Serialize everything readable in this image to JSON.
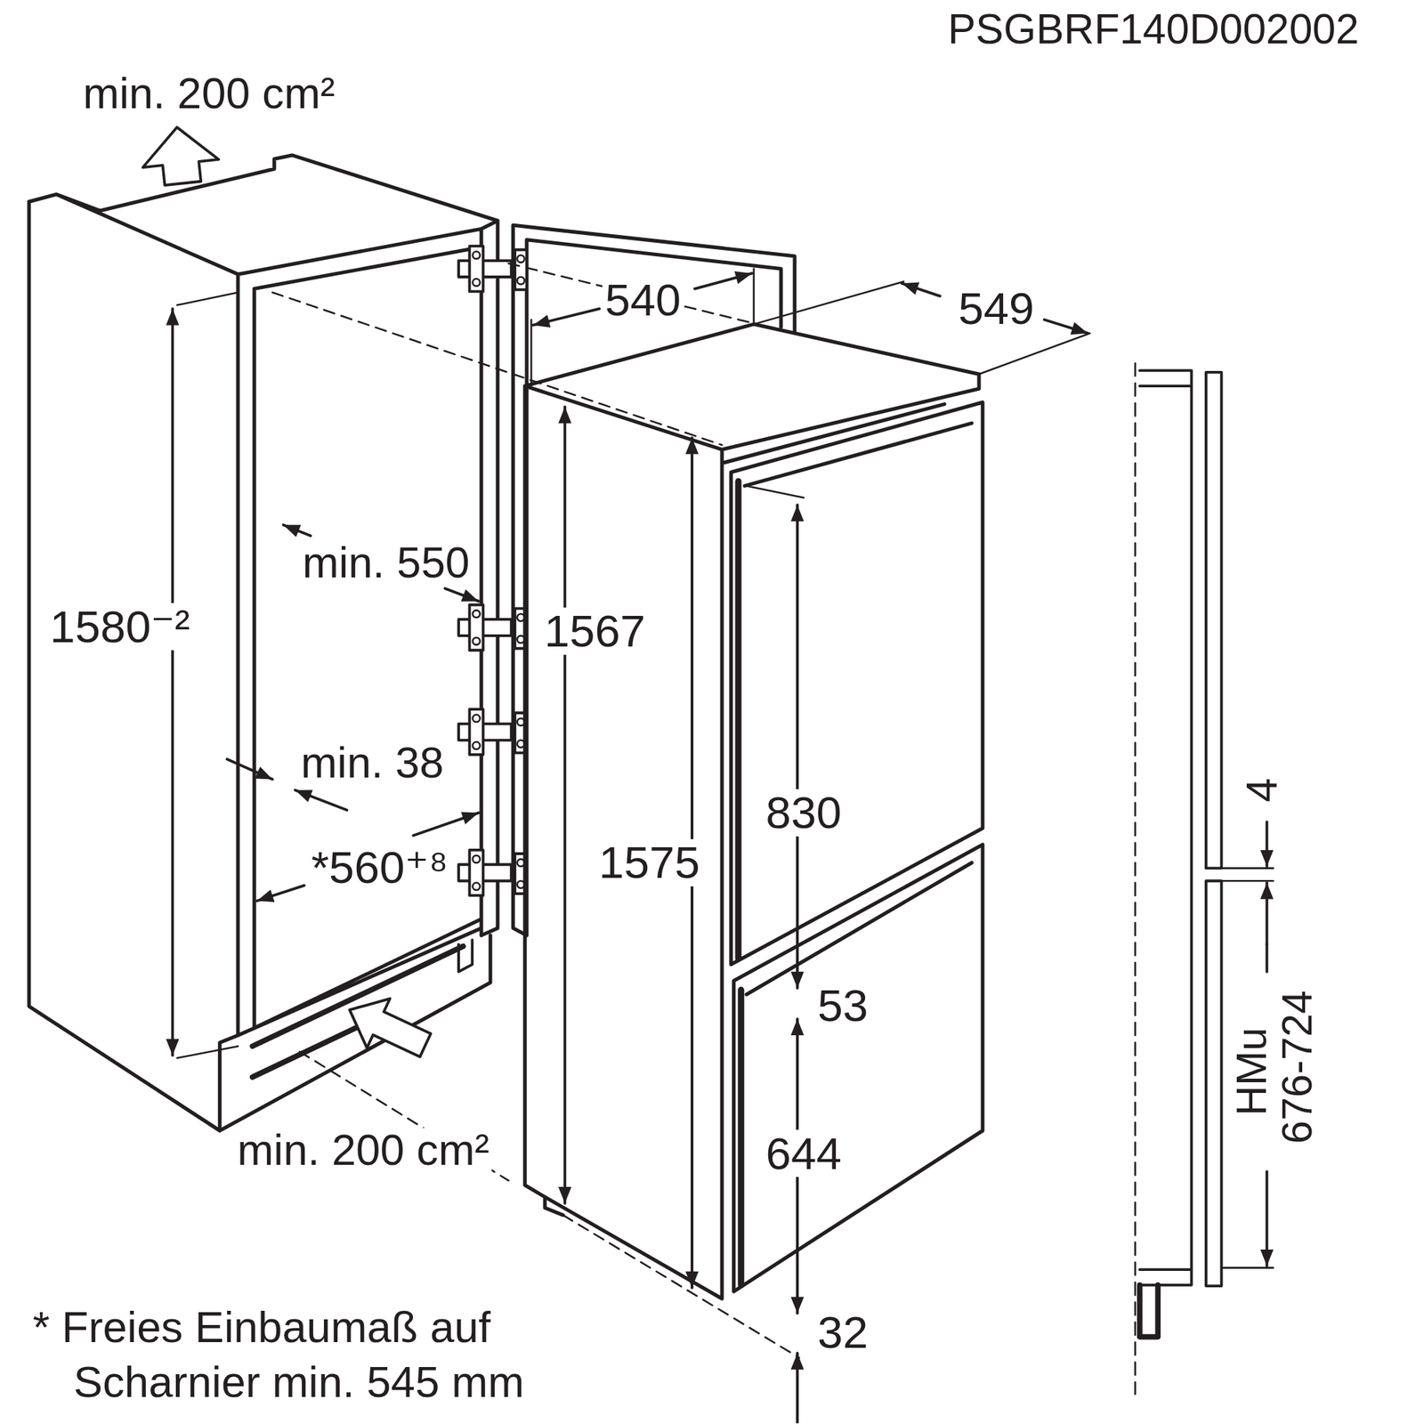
{
  "diagram": {
    "labels": [
      "PSGBRF140D002002",
      "min. 200 cm²",
      "540",
      "549",
      "min. 550",
      "1580⁻²",
      "1567",
      "min. 38",
      "830",
      "*560⁺⁸",
      "1575",
      "4",
      "HMu",
      "676-724",
      "53",
      "min. 200 cm²",
      "644",
      "32",
      "* Freies Einbaumaß auf Scharnier min. 545 mm"
    ]
  }
}
